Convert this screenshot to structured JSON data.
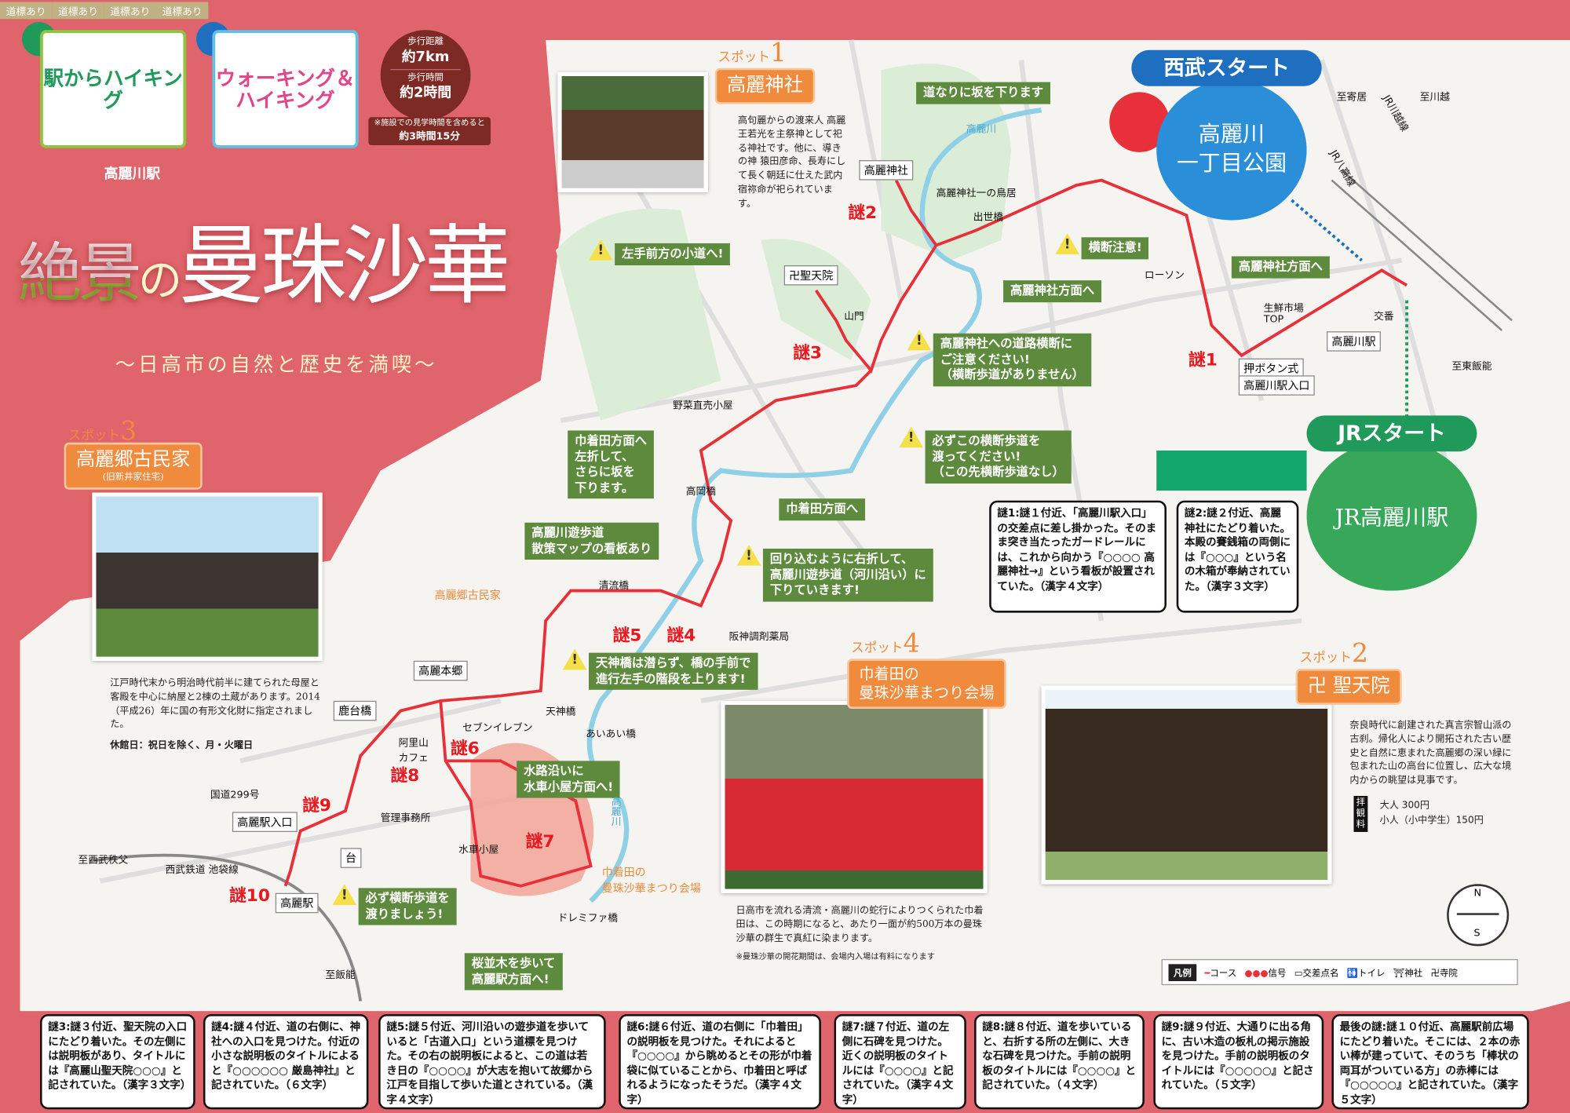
{
  "colors": {
    "background": "#e0646b",
    "route": "#e8303a",
    "callout": "#5e8a3e",
    "spot": "#f08a3c",
    "seibu": "#1e6fc0",
    "jr": "#1f9a5a",
    "riddle": "#e8181e"
  },
  "logos": {
    "eki_hiking": "駅からハイキング",
    "walking_hiking": "ウォーキング＆ハイキング"
  },
  "walk_info": {
    "distance_label": "歩行距離",
    "distance": "約7km",
    "time_label": "歩行時間",
    "time": "約2時間",
    "note": "※施設での見学時間を含めると",
    "note_time": "約3時間15分"
  },
  "station_tag": "高麗川駅",
  "title": {
    "part1": "絶景",
    "part2": "の",
    "part3": "曼珠沙華",
    "subtitle": "～日高市の自然と歴史を満喫～"
  },
  "spots": [
    {
      "tag": "スポット",
      "num": "1",
      "name": "高麗神社",
      "desc": "高句麗からの渡来人 高麗王若光を主祭神として祀る神社です。他に、導きの神 猿田彦命、長寿にして長く朝廷に仕えた武内宿祢命が祀られています。"
    },
    {
      "tag": "スポット",
      "num": "2",
      "name": "卍 聖天院",
      "desc": "奈良時代に創建された真言宗智山派の古刹。帰化人により開拓された古い歴史と自然に恵まれた高麗郷の深い緑に包まれた山の高台に位置し、広大な境内からの眺望は見事です。",
      "fee_label": "拝観料",
      "fee_adult": "大人 300円",
      "fee_child": "小人（小中学生）150円"
    },
    {
      "tag": "スポット",
      "num": "3",
      "name": "高麗郷古民家",
      "sub": "(旧新井家住宅)",
      "desc": "江戸時代末から明治時代前半に建てられた母屋と客殿を中心に納屋と2棟の土蔵があります。2014（平成26）年に国の有形文化財に指定されました。",
      "closed": "休館日：祝日を除く、月・火曜日"
    },
    {
      "tag": "スポット",
      "num": "4",
      "name": "巾着田の\n曼珠沙華まつり会場",
      "desc": "日高市を流れる清流・高麗川の蛇行によりつくられた巾着田は、この時期になると、あたり一面が約500万本の曼珠沙華の群生で真紅に染まります。",
      "note": "※曼珠沙華の開花期間は、会場内入場は有料になります"
    }
  ],
  "starts": {
    "seibu_label": "西武スタート",
    "seibu_place": "高麗川\n一丁目公園",
    "jr_label": "JRスタート",
    "jr_place": "JR高麗川駅"
  },
  "callouts": [
    {
      "text": "道なりに坂を下ります"
    },
    {
      "text": "横断注意!"
    },
    {
      "sign": "道標あり",
      "text": "高麗神社方面へ"
    },
    {
      "sign": "道標あり",
      "text": "高麗神社方面へ"
    },
    {
      "text": "高麗神社への道路横断に\nご注意ください!\n（横断歩道がありません）"
    },
    {
      "text": "必ずこの横断歩道を\n渡ってください!\n（この先横断歩道なし）"
    },
    {
      "text": "左手前方の小道へ!"
    },
    {
      "sign": "道標あり",
      "text": "巾着田方面へ\n左折して、\nさらに坂を\n下ります。"
    },
    {
      "sign": "道標あり",
      "text": "巾着田方面へ"
    },
    {
      "text": "高麗川遊歩道\n散策マップの看板あり"
    },
    {
      "text": "回り込むように右折して、\n高麗川遊歩道（河川沿い）に\n下りていきます!"
    },
    {
      "text": "天神橋は潜らず、橋の手前で\n進行左手の階段を上ります!"
    },
    {
      "text": "水路沿いに\n水車小屋方面へ!"
    },
    {
      "text": "必ず横断歩道を\n渡りましょう!"
    },
    {
      "text": "桜並木を歩いて\n高麗駅方面へ!"
    }
  ],
  "map_labels": [
    "高麗神社一の鳥居",
    "出世橋",
    "ローソン",
    "生鮮市場\nTOP",
    "交番",
    "山門",
    "野菜直売小屋",
    "高岡橋",
    "清流橋",
    "阪神調剤薬局",
    "天神橋",
    "セブンイレブン",
    "阿里山\nカフェ",
    "あいあい橋",
    "管理事務所",
    "水車小屋",
    "ドレミファ橋",
    "国道299号",
    "至西武秩父",
    "西武鉄道 池袋線",
    "至飯能",
    "至寄居",
    "至川越",
    "至東飯能",
    "JR八高線",
    "JR川越線",
    "高麗川",
    "高麗川"
  ],
  "boxed_labels": [
    "高麗神社",
    "卍聖天院",
    "高麗郷古民家",
    "高麗本郷",
    "鹿台橋",
    "高麗駅入口",
    "押ボタン式",
    "高麗川駅入口",
    "高麗駅",
    "高麗川駅",
    "台",
    "巾着田の\n曼珠沙華まつり会場"
  ],
  "riddle_markers": [
    "謎1",
    "謎2",
    "謎3",
    "謎4",
    "謎5",
    "謎6",
    "謎7",
    "謎8",
    "謎9",
    "謎10"
  ],
  "riddles": [
    "謎1:謎１付近、「高麗川駅入口」の交差点に差し掛かった。そのまま突き当たったガードレールには、これから向かう『○○○○ 高麗神社→』という看板が設置されていた。（漢字４文字）",
    "謎2:謎２付近、高麗神社にたどり着いた。本殿の賽銭箱の両側には『○○○』という名の木箱が奉納されていた。（漢字３文字）",
    "謎3:謎３付近、聖天院の入口にたどり着いた。その左側には説明板があり、タイトルには『高麗山聖天院○○○』と記されていた。（漢字３文字）",
    "謎4:謎４付近、道の右側に、神社への入口を見つけた。付近の小さな説明板のタイトルによると『○○○○○○ 厳島神社』と記されていた。（６文字）",
    "謎5:謎５付近、河川沿いの遊歩道を歩いていると「古道入口」という道標を見つけた。その右の説明板によると、この道は若き日の『○○○○』が大志を抱いて故郷から江戸を目指して歩いた道とされている。（漢字４文字）",
    "謎6:謎６付近、道の右側に「巾着田」の説明板を見つけた。それによると『○○○○』から眺めるとその形が巾着袋に似ていることから、巾着田と呼ばれるようになったそうだ。（漢字４文字）",
    "謎7:謎７付近、道の左側に石碑を見つけた。近くの説明板のタイトルには『○○○○』と記されていた。（漢字４文字）",
    "謎8:謎８付近、道を歩いていると、右折する所の左側に、大きな石碑を見つけた。手前の説明板のタイトルには『○○○○』と記されていた。（４文字）",
    "謎9:謎９付近、大通りに出る角に、古い木造の板札の掲示施設を見つけた。手前の説明板のタイトルには『○○○○○』と記されていた。（５文字）",
    "最後の謎:謎１０付近、高麗駅前広場にたどり着いた。そこには、２本の赤い棒が建っていて、そのうち「棒状の両耳がついている方」の赤棒には『○○○○○』と記されていた。（漢字５文字）"
  ],
  "legend": {
    "title": "凡例",
    "course": "コース",
    "signal": "信号",
    "intersection": "交差点名",
    "toilet": "トイレ",
    "shrine": "神社",
    "temple": "寺院"
  },
  "compass": {
    "n": "N",
    "s": "S"
  }
}
